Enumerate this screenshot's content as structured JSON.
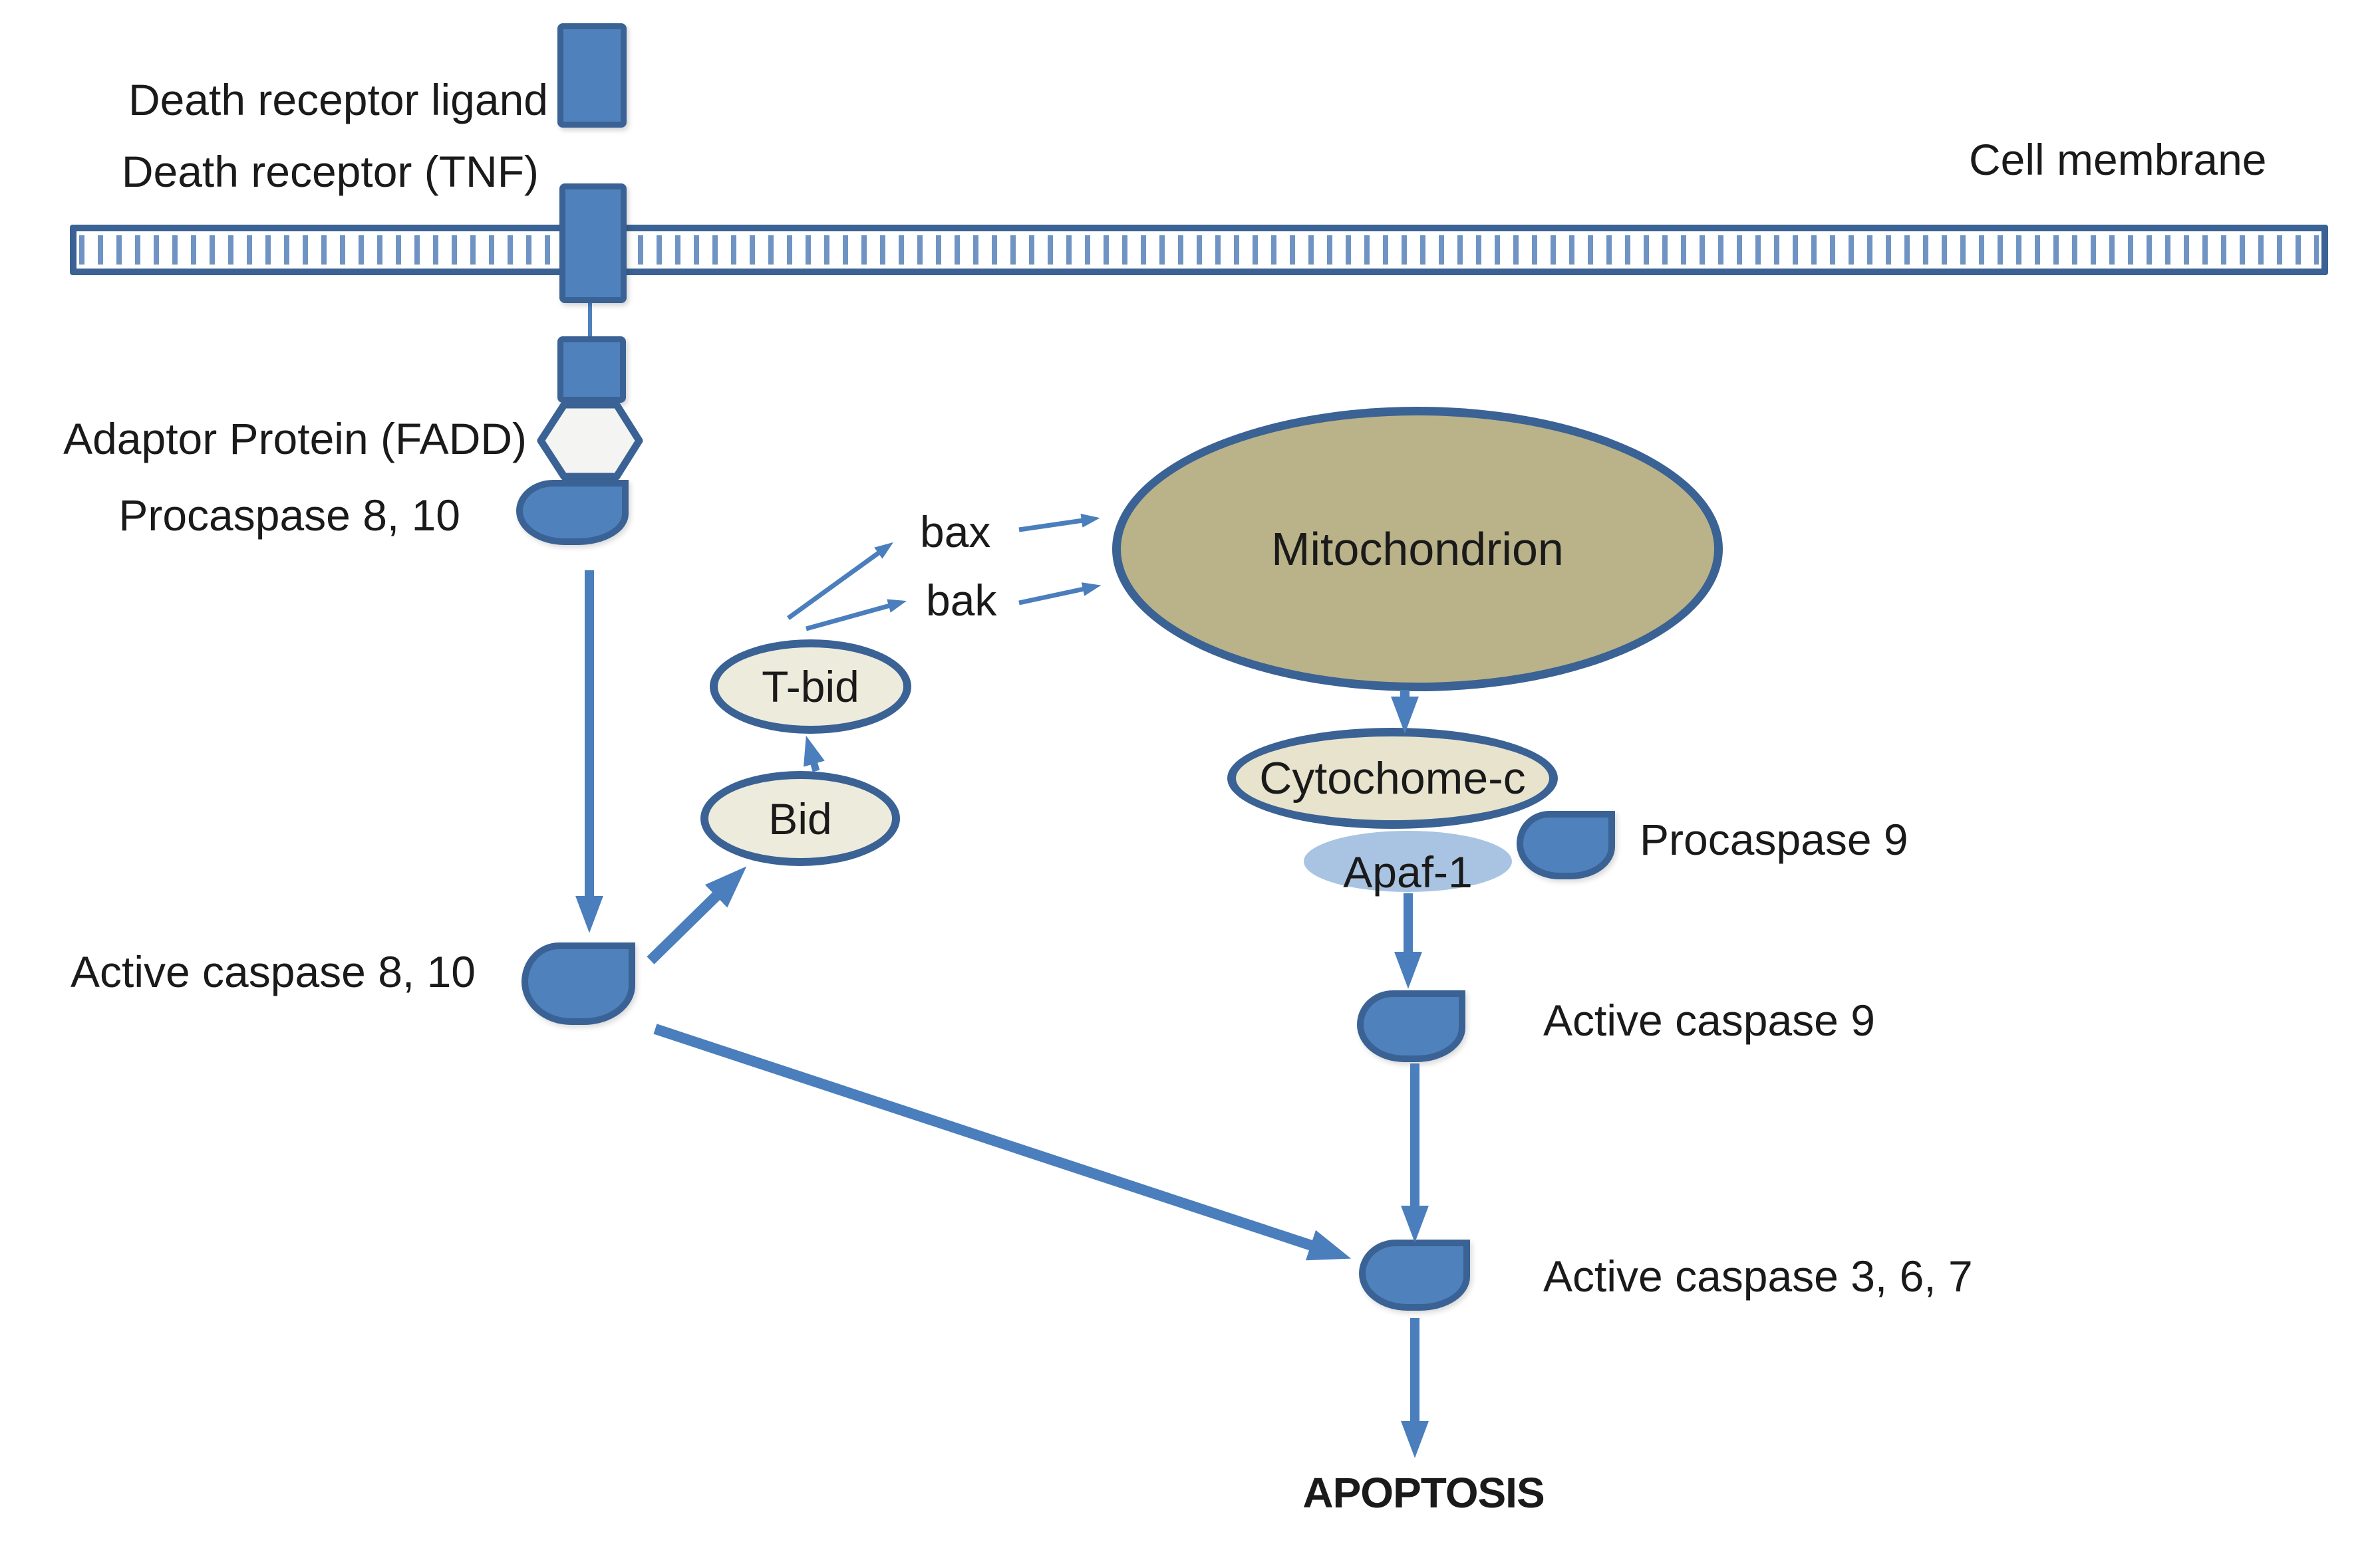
{
  "labels": {
    "death_receptor_ligand": "Death receptor ligand",
    "death_receptor": "Death receptor (TNF)",
    "cell_membrane": "Cell membrane",
    "adaptor_protein": "Adaptor Protein (FADD)",
    "procaspase_8_10": "Procaspase 8, 10",
    "active_caspase_8_10": "Active caspase 8, 10",
    "bid": "Bid",
    "t_bid": "T-bid",
    "bax": "bax",
    "bak": "bak",
    "mitochondrion": "Mitochondrion",
    "cytochrome_c": "Cytochome-c",
    "apaf_1": "Apaf-1",
    "procaspase_9": "Procaspase 9",
    "active_caspase_9": "Active caspase 9",
    "active_caspase_3_6_7": "Active caspase 3, 6, 7",
    "apoptosis": "APOPTOSIS"
  },
  "colors": {
    "shape_blue": "#4f81bd",
    "border_blue": "#3a6294",
    "arrow_blue": "#4a7ebc",
    "membrane_stripe_blue": "#6f94c3",
    "mitochondrion_tan": "#bab289",
    "cytochrome_cream": "#e7e3cd",
    "bid_cream": "#edebdc",
    "apaf_light_blue": "#a9c4e2",
    "hexagon_fill": "#f4f4f2",
    "text": "#1a1a1a",
    "background": "#ffffff"
  }
}
